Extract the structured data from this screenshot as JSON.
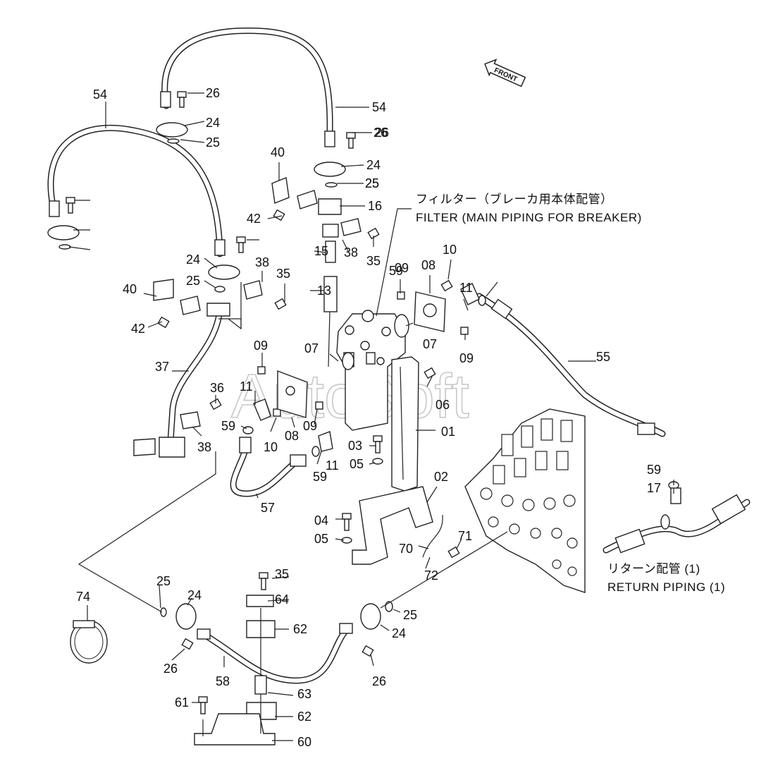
{
  "watermark": "AutoSoft",
  "front_arrow": "FRONT",
  "captions": {
    "filter_jp": "フィルター（ブレーカ用本体配管）",
    "filter_en": "FILTER (MAIN PIPING FOR BREAKER)",
    "return_jp": "リターン配管 (1)",
    "return_en": "RETURN PIPING (1)"
  },
  "callouts": [
    "54",
    "26",
    "24",
    "25",
    "54",
    "26",
    "24",
    "25",
    "40",
    "42",
    "25",
    "16",
    "26",
    "24",
    "25",
    "38",
    "35",
    "15",
    "38",
    "35",
    "40",
    "42",
    "13",
    "09",
    "08",
    "10",
    "59",
    "11",
    "07",
    "09",
    "37",
    "09",
    "07",
    "36",
    "11",
    "59",
    "10",
    "08",
    "09",
    "38",
    "06",
    "01",
    "03",
    "05",
    "11",
    "59",
    "55",
    "57",
    "59",
    "17",
    "02",
    "04",
    "05",
    "71",
    "70",
    "72",
    "25",
    "24",
    "35",
    "64",
    "74",
    "62",
    "26",
    "58",
    "63",
    "61",
    "62",
    "60",
    "25",
    "24",
    "26"
  ]
}
